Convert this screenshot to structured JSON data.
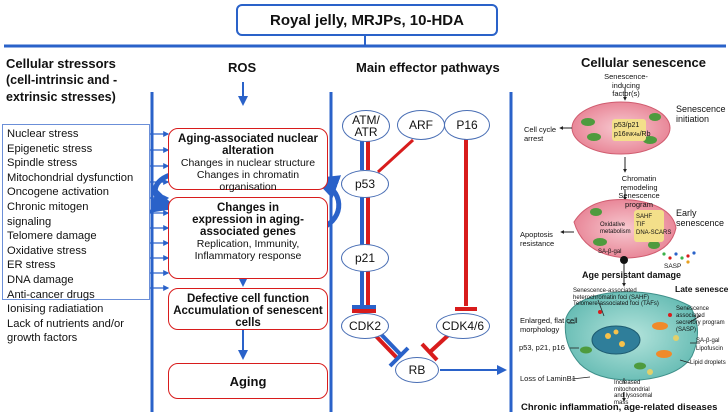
{
  "title": "Royal jelly, MRJPs, 10-HDA",
  "columns": {
    "stressors_title": "Cellular stressors",
    "stressors_subtitle_1": "(cell-intrinsic and -",
    "stressors_subtitle_2": "extrinsic stresses)",
    "ros_title": "ROS",
    "pathways_title": "Main effector pathways",
    "senescence_title": "Cellular senescence"
  },
  "stressors": [
    "Nuclear stress",
    "Epigenetic stress",
    "Spindle stress",
    "Mitochondrial dysfunction",
    "Oncogene activation",
    "Chronic mitogen",
    "signaling",
    "Telomere damage",
    "Oxidative stress",
    "ER stress",
    "DNA damage",
    "Anti-cancer drugs",
    "Ionising radiatiation",
    "Lack of nutrients and/or",
    "growth factors"
  ],
  "ros_boxes": {
    "box1_title": "Aging-associated  nuclear",
    "box1_title2": "alteration",
    "box1_line1": "Changes in nuclear structure",
    "box1_line2": "Changes in chromatin organisation",
    "box2_title1": "Changes in",
    "box2_title2": "expression in aging-",
    "box2_title3": "associated genes",
    "box2_line1": "Replication, Immunity,",
    "box2_line2": "Inflammatory response",
    "box3_line1": "Defective cell function",
    "box3_line2": "Accumulation of senescent",
    "box3_line3": "cells",
    "box4": "Aging"
  },
  "pathway_nodes": {
    "atm": "ATM/",
    "atr": "ATR",
    "arf": "ARF",
    "p16": "P16",
    "p53": "p53",
    "p21": "p21",
    "cdk2": "CDK2",
    "cdk46": "CDK4/6",
    "rb": "RB"
  },
  "senescence": {
    "inducing_1": "Senescence-inducing",
    "inducing_2": "factor(s)",
    "initiation_1": "Senescence",
    "initiation_2": "initiation",
    "arrest_1": "Cell cycle",
    "arrest_2": "arrest",
    "cell1_p53p21": "p53/p21",
    "cell1_p16": "p16",
    "cell1_ink4a": "INK4a",
    "cell1_rb": "/Rb",
    "remodel_1": "Chromatin remodeling",
    "remodel_2": "Senescence program",
    "early_1": "Early",
    "early_2": "senescence",
    "apoptosis_1": "Apoptosis",
    "apoptosis_2": "resistance",
    "oxidative_1": "Oxidative",
    "oxidative_2": "metabolism",
    "sahf": "SAHF",
    "tif": "TIF",
    "dna_scars": "DNA-SCARS",
    "sabgal": "SA-β-gal",
    "sasp": "SASP",
    "age_damage": "Age persistant damage",
    "late": "Late senescence",
    "sahf_long_1": "Senescence-associated",
    "sahf_long_2": "heterochromatin foci (SAHF)",
    "sahf_long_3": "Telomere-associated foci (TAFs)",
    "enlarged_1": "Enlarged, flat cell",
    "enlarged_2": "morphology",
    "sasp_long_1": "Senescence associated",
    "sasp_long_2": "secretory program",
    "sasp_long_3": "(SASP)",
    "p53p21p16": "p53, p21, p16",
    "sabgal2": "SA-β-gal",
    "lipofuscin": "Lipofuscin",
    "lipid": "Lipid droplets",
    "laminb1": "Loss of LaminB1",
    "mito_1": "Increased",
    "mito_2": "mitochondrial",
    "mito_3": "and lysosomal",
    "mito_4": "mass",
    "chronic": "Chronic inflammation, age-related diseases"
  },
  "colors": {
    "blue": "#2a62c9",
    "red": "#d81c1c"
  }
}
